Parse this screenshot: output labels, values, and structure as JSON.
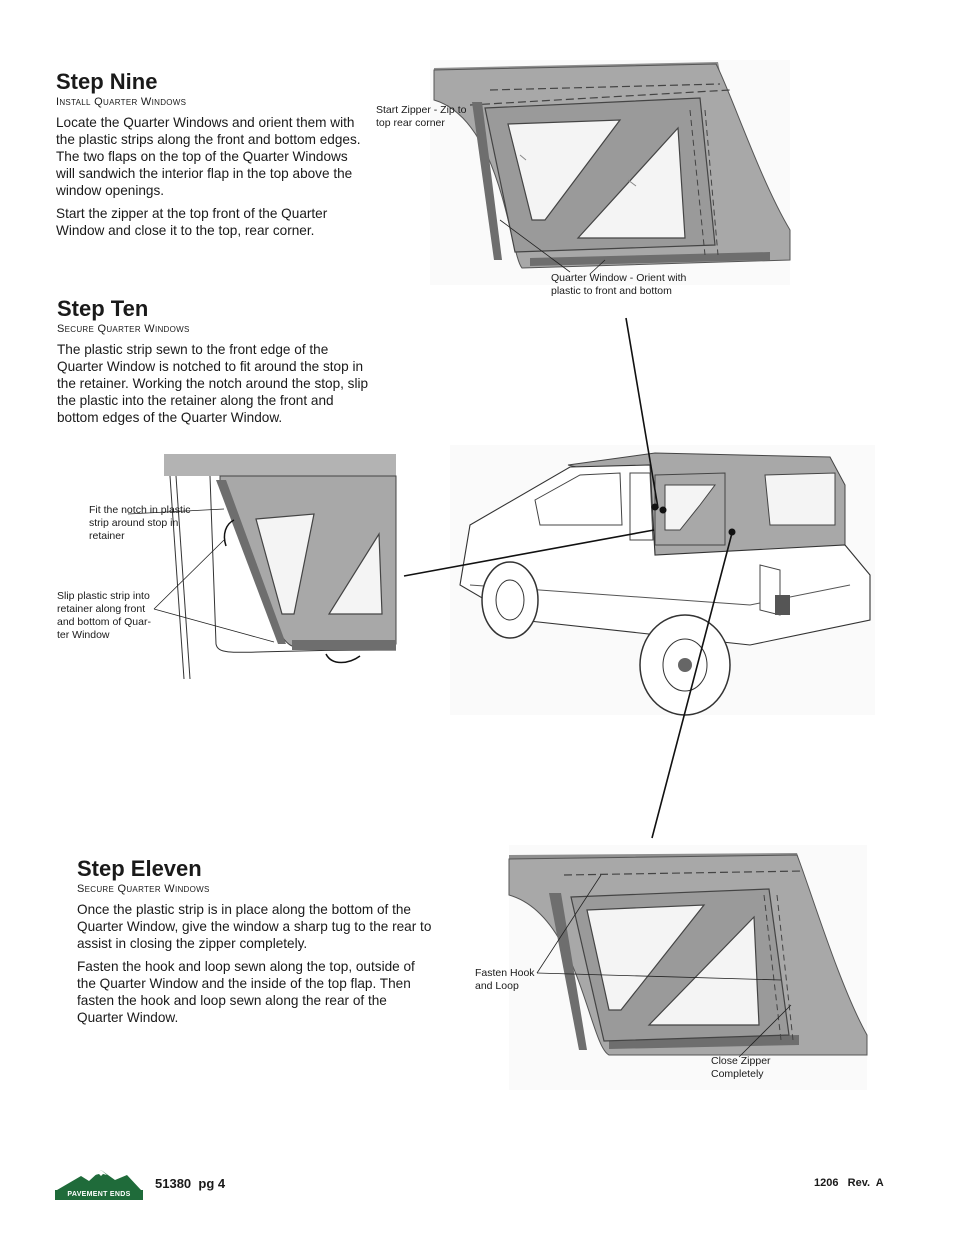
{
  "step_nine": {
    "title": "Step Nine",
    "subtitle": "Install Quarter Windows",
    "paragraphs": [
      "Locate the Quarter Windows and orient them with the plastic strips along the front and bottom edges. The two flaps on the top of the Quarter Windows will sandwich the interior flap in the top above the window openings.",
      "Start the zipper at the top front of the Quarter Window and close it to the top, rear corner."
    ],
    "captions": {
      "start_zipper": "Start Zipper - Zip to top rear corner",
      "orient": "Quarter Window - Orient with plastic to front and bottom"
    }
  },
  "step_ten": {
    "title": "Step Ten",
    "subtitle": "Secure Quarter Windows",
    "paragraphs": [
      "The plastic strip sewn to the front edge of the Quarter Window is notched to fit around the stop in the retainer. Working the notch around the stop, slip the plastic into the retainer along the front and bottom edges of the Quarter Window."
    ],
    "captions": {
      "fit_notch": "Fit the notch in plastic strip around stop in retainer",
      "slip_strip": "Slip plastic strip into retainer along front and bottom of Quar-ter Window"
    }
  },
  "step_eleven": {
    "title": "Step Eleven",
    "subtitle": "Secure Quarter Windows",
    "paragraphs": [
      "Once the plastic strip is in place along the bottom of the Quarter Window, give the window a sharp tug to the rear to assist in closing the zipper completely.",
      "Fasten the hook and loop sewn along the top, outside of the Quarter Window and the inside of the top flap. Then fasten the hook and loop sewn along the rear of the Quarter Window."
    ],
    "captions": {
      "fasten": "Fasten Hook and Loop",
      "close_zipper": "Close Zipper Completely"
    }
  },
  "footer": {
    "logo_text": "PAVEMENT ENDS",
    "page_ref": "51380  pg 4",
    "revision": "1206   Rev.  A"
  },
  "colors": {
    "panel_fill": "#a8a8a8",
    "panel_dark": "#6e6e6e",
    "window_fill": "#f4f4f4",
    "logo_green": "#1f6b3a"
  }
}
